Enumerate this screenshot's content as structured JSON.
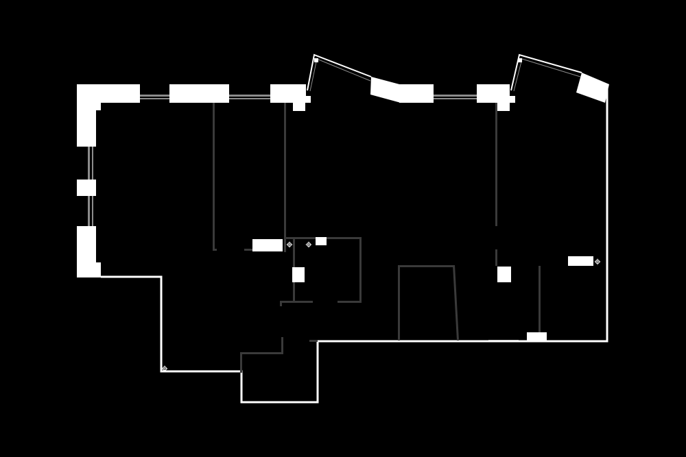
{
  "canvas": {
    "background": "#000000"
  },
  "plan": {
    "wall_color": "#ffffff",
    "partition_color": "#3a3a3a",
    "glazing_color": "#8c8c8c",
    "fixture_color": "#ffffff",
    "icons": {
      "fixture_symbol": "crosshair-circle-icon"
    },
    "counts": {
      "windows": 6,
      "angled_bay_windows": 2,
      "columns": 4,
      "fixture_points": 4
    }
  }
}
